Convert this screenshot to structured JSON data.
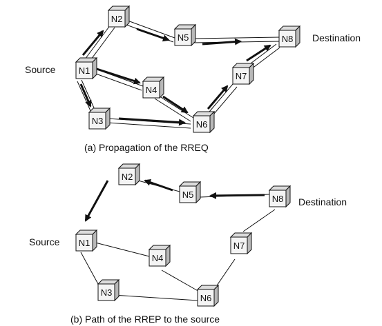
{
  "diagram_a": {
    "caption": "(a) Propagation of the RREQ",
    "source_label": "Source",
    "destination_label": "Destination",
    "nodes": [
      "N1",
      "N2",
      "N3",
      "N4",
      "N5",
      "N6",
      "N7",
      "N8"
    ]
  },
  "diagram_b": {
    "caption": "(b) Path of the RREP to the source",
    "source_label": "Source",
    "destination_label": "Destination",
    "nodes": [
      "N1",
      "N2",
      "N3",
      "N4",
      "N5",
      "N6",
      "N7",
      "N8"
    ]
  },
  "colors": {
    "ink": "#111111",
    "box_top": "#dcdcdc",
    "box_side": "#b8b8b8",
    "box_front": "#f4f4f4"
  }
}
